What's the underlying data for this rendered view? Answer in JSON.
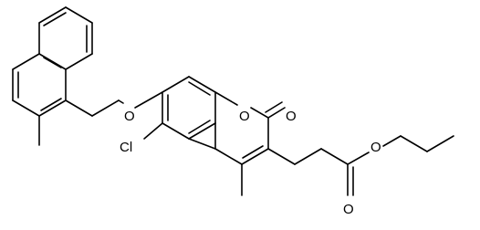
{
  "atom_labels": {
    "ether_oxygen": "O",
    "ring_oxygen": "O",
    "carbonyl_oxygen": "O",
    "ester_oxygen": "O",
    "ester_carbonyl_oxygen": "O",
    "chlorine": "Cl"
  },
  "colors": {
    "bond": "#000000",
    "label": "#000000",
    "background": "#ffffff"
  }
}
